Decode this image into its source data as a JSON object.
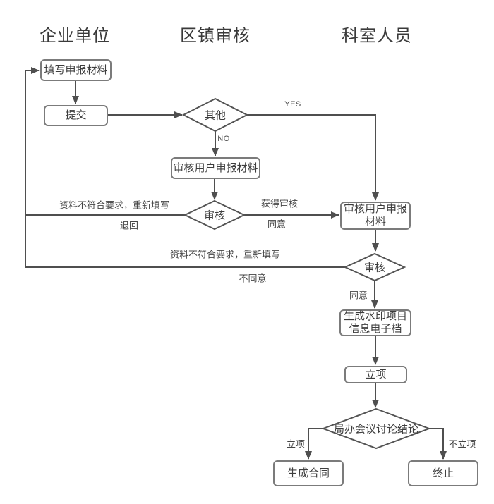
{
  "headers": {
    "enterprise": "企业单位",
    "district": "区镇审核",
    "department": "科室人员"
  },
  "nodes": {
    "fill_materials": "填写申报材料",
    "submit": "提交",
    "other_decision": "其他",
    "review_town_box": "审核用户申报材料",
    "review_town_decision": "审核",
    "review_dept_box": "审核用户申报材料",
    "review_dept_decision": "审核",
    "watermark_archive": "生成水印项目信息电子档",
    "initiation": "立项",
    "meeting_conclusion": "局办会议讨论结论",
    "contract": "生成合同",
    "terminate": "终止"
  },
  "edge_labels": {
    "yes": "YES",
    "no": "NO",
    "obtain_line1": "获得审核",
    "obtain_line2": "同意",
    "rewrite_town": "资料不符合要求，重新填写",
    "return_back": "退回",
    "rewrite_dept": "资料不符合要求，重新填写",
    "disagree": "不同意",
    "agree": "同意",
    "approve": "立项",
    "not_approve": "不立项"
  },
  "colors": {
    "line": "#4f4f4f",
    "box_border": "#7b7b7b",
    "text": "#3d3d3d",
    "background": "#ffffff"
  }
}
